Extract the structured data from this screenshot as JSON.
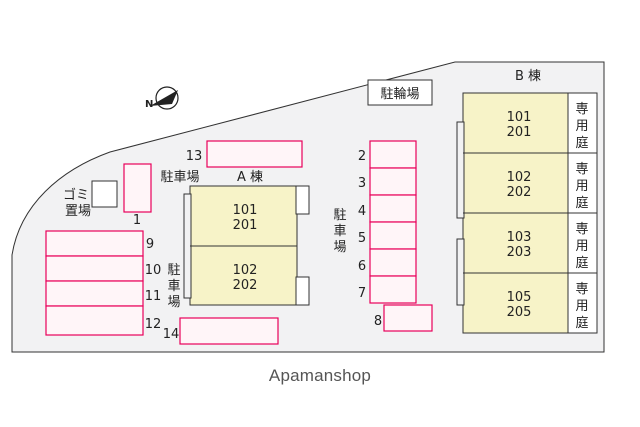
{
  "labels": {
    "bicycle_parking": "駐輪場",
    "building_a": "A 棟",
    "building_b": "B 棟",
    "garbage_1": "ゴミ",
    "garbage_2": "置場",
    "parking_top": "駐車場",
    "parking_mid": "駐車場",
    "parking_left": "駐車場",
    "private_garden": "専用庭"
  },
  "building_a_units": [
    {
      "line1": "101",
      "line2": "201"
    },
    {
      "line1": "102",
      "line2": "202"
    }
  ],
  "building_b_units": [
    {
      "line1": "101",
      "line2": "201"
    },
    {
      "line1": "102",
      "line2": "202"
    },
    {
      "line1": "103",
      "line2": "203"
    },
    {
      "line1": "105",
      "line2": "205"
    }
  ],
  "parking_numbers": [
    "1",
    "2",
    "3",
    "4",
    "5",
    "6",
    "7",
    "8",
    "9",
    "10",
    "11",
    "12",
    "13",
    "14"
  ],
  "footer": "Apamanshop",
  "colors": {
    "lot": "#f2f2f3",
    "building": "#f7f3c8",
    "parking": "#e8005a",
    "parking_fill": "#fff5f8"
  }
}
